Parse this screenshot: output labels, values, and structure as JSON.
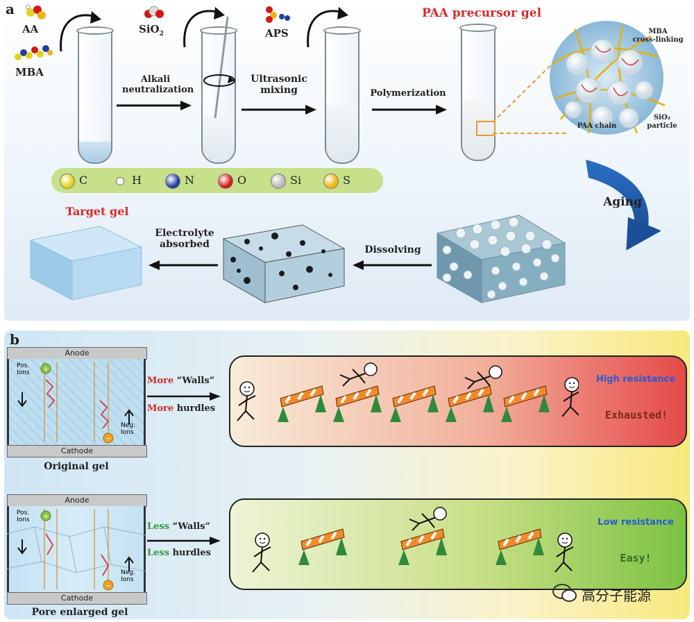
{
  "panel_a": {
    "letter": "a",
    "reagents": {
      "aa": "AA",
      "mba": "MBA",
      "sio2": "SiO",
      "sio2_sub": "2",
      "aps": "APS"
    },
    "steps": {
      "step1": "Alkali\nneutralization",
      "step2": "Ultrasonic\nmixing",
      "step3": "Polymerization",
      "aging": "Aging",
      "dissolving": "Dissolving",
      "electrolyte": "Electrolyte\nabsorbed"
    },
    "titles": {
      "precursor": "PAA precursor gel",
      "target": "Target gel"
    },
    "inset_labels": {
      "mba": "MBA\ncross-linking",
      "paa": "PAA chain",
      "sio2": "SiO₂\nparticle"
    },
    "legend": [
      {
        "symbol": "C",
        "color": "#e3d21c"
      },
      {
        "symbol": "H",
        "color": "#ffffff"
      },
      {
        "symbol": "N",
        "color": "#1f3f9e"
      },
      {
        "symbol": "O",
        "color": "#d41818"
      },
      {
        "symbol": "Si",
        "color": "#b9b9b9"
      },
      {
        "symbol": "S",
        "color": "#f0b414"
      }
    ]
  },
  "panel_b": {
    "letter": "b",
    "cell_labels": {
      "anode": "Anode",
      "cathode": "Cathode",
      "pos_ions": "Pos.\nIons",
      "neg_ions": "Neg.\nIons"
    },
    "original": {
      "caption": "Original gel",
      "walls_prefix": "More",
      "walls_word": " “Walls”",
      "hurdles_prefix": "More",
      "hurdles_word": " hurdles",
      "resistance": "High resistance",
      "status": "Exhausted!"
    },
    "enlarged": {
      "caption": "Pore enlarged gel",
      "walls_prefix": "Less",
      "walls_word": " “Walls”",
      "hurdles_prefix": "Less",
      "hurdles_word": " hurdles",
      "resistance": "Low resistance",
      "status": "Easy!"
    },
    "watermark": "高分子能源"
  }
}
